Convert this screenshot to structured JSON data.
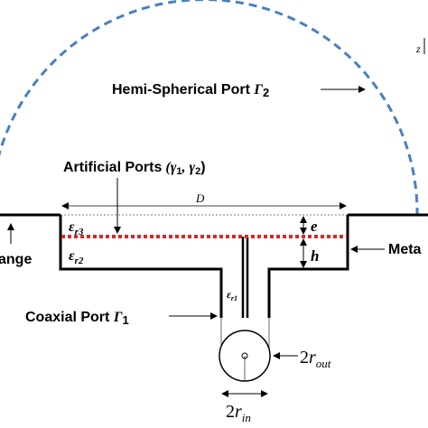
{
  "labels": {
    "hemi_port_text": "Hemi-Spherical Port ",
    "hemi_port_sym": "Γ",
    "hemi_port_sub": "2",
    "artificial_text": "Artificial Ports",
    "artificial_sym": "(γ",
    "artificial_sub1": "1",
    "artificial_mid": ", γ",
    "artificial_sub2": "2",
    "artificial_close": ")",
    "coaxial_text": "Coaxial Port ",
    "coaxial_sym": "Γ",
    "coaxial_sub": "1",
    "width_D": "D",
    "height_e": "e",
    "height_h": "h",
    "eps_r3": "ε",
    "eps_r3_sub": "r3",
    "eps_r2": "ε",
    "eps_r2_sub": "r2",
    "eps_r1": "ε",
    "eps_r1_sub": "r1",
    "r_out_prefix": "2",
    "r_out_var": "r",
    "r_out_sub": "out",
    "r_in_prefix": "2",
    "r_in_var": "r",
    "r_in_sub": "in",
    "flange_left": "ange",
    "metal_right": "Meta",
    "axis_z": "z"
  },
  "colors": {
    "hemisphere": "#4a7fc1",
    "artificial_port": "#d42a2a",
    "structure": "#000000"
  }
}
